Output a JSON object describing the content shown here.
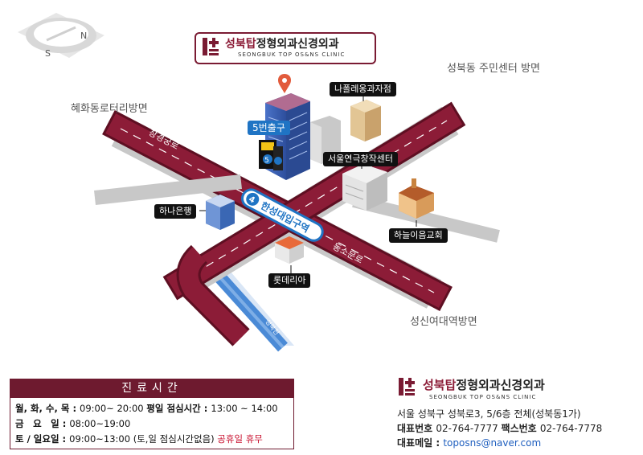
{
  "clinic": {
    "name_red": "성북탑",
    "name_rest": "정형외과신경외과",
    "name_en": "SEONGBUK TOP OS&NS CLINIC"
  },
  "map_labels": {
    "direction_hyehwa": "혜화동로터리방면",
    "direction_seongbuk": "성북동 주민센터 방면",
    "direction_sungshin": "성신여대역방면",
    "road_changgyeong": "창경궁로",
    "road_dongsomun": "동소문로",
    "station": "한성대입구역",
    "station_line": "4",
    "exit": "5번출구",
    "exit_number": "5",
    "stream": "성북천"
  },
  "landmarks": {
    "napoleon": "나폴레옹과자점",
    "theater": "서울연극창작센터",
    "hana": "하나은행",
    "church": "하늘이음교회",
    "lotteria": "롯데리아"
  },
  "compass": {
    "north": "N",
    "south": "S"
  },
  "hours": {
    "title": "진료시간",
    "row1_day": "월, 화, 수, 목 : ",
    "row1_time": "09:00~ 20:00 ",
    "row1_lunch_label": "평일 점심시간 : ",
    "row1_lunch_time": "13:00 ~ 14:00",
    "row2_day": "금　요　일 : ",
    "row2_time": "08:00~19:00",
    "row3_day": "토 / 일요일 : ",
    "row3_time": "09:00~13:00 (토,일 점심시간없음) ",
    "row3_holiday": "공휴일 휴무"
  },
  "contact": {
    "address": "서울 성북구 성북로3, 5/6층 전체(성북동1가)",
    "phone_label": "대표번호 ",
    "phone": "02-764-7777 ",
    "fax_label": "팩스번호 ",
    "fax": "02-764-7778",
    "email_label": "대표메일 : ",
    "email": "toposns@naver.com"
  },
  "colors": {
    "road": "#8c1c37",
    "road_edge": "#5e0f22",
    "stream": "#4a8ad6",
    "station": "#1f74c4",
    "brand": "#7a1b33",
    "holiday": "#c8102e"
  }
}
